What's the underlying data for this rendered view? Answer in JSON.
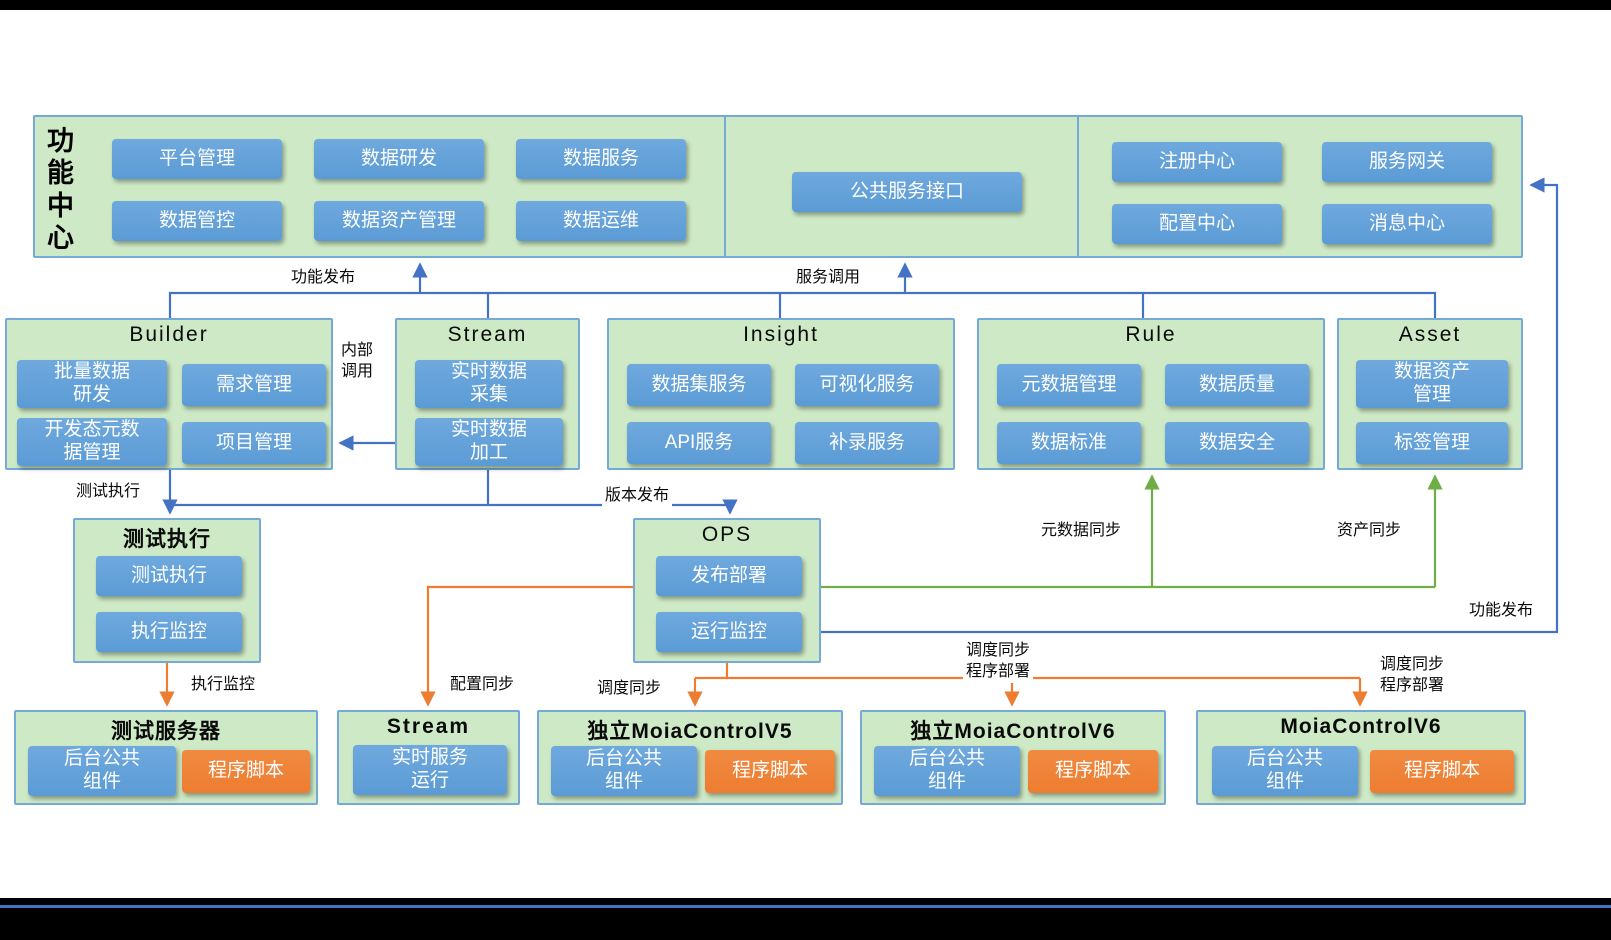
{
  "function_center": {
    "title": "功能中心",
    "left_buttons": [
      "平台管理",
      "数据研发",
      "数据服务",
      "数据管控",
      "数据资产管理",
      "数据运维"
    ],
    "center_button": "公共服务接口",
    "right_buttons": [
      "注册中心",
      "服务网关",
      "配置中心",
      "消息中心"
    ]
  },
  "modules": {
    "builder": {
      "title": "Builder",
      "buttons": [
        "批量数据\n研发",
        "需求管理",
        "开发态元数\n据管理",
        "项目管理"
      ]
    },
    "stream": {
      "title": "Stream",
      "buttons": [
        "实时数据\n采集",
        "实时数据\n加工"
      ]
    },
    "insight": {
      "title": "Insight",
      "buttons": [
        "数据集服务",
        "可视化服务",
        "API服务",
        "补录服务"
      ]
    },
    "rule": {
      "title": "Rule",
      "buttons": [
        "元数据管理",
        "数据质量",
        "数据标准",
        "数据安全"
      ]
    },
    "asset": {
      "title": "Asset",
      "buttons": [
        "数据资产\n管理",
        "标签管理"
      ]
    }
  },
  "test_exec": {
    "title": "测试执行",
    "buttons": [
      "测试执行",
      "执行监控"
    ]
  },
  "ops": {
    "title": "OPS",
    "buttons": [
      "发布部署",
      "运行监控"
    ]
  },
  "servers": {
    "test_server": {
      "title": "测试服务器",
      "component": "后台公共\n组件",
      "script": "程序脚本"
    },
    "stream": {
      "title": "Stream",
      "component": "实时服务\n运行"
    },
    "v5": {
      "title": "独立MoiaControlV5",
      "component": "后台公共\n组件",
      "script": "程序脚本"
    },
    "v6": {
      "title": "独立MoiaControlV6",
      "component": "后台公共\n组件",
      "script": "程序脚本"
    },
    "moia_v6": {
      "title": "MoiaControlV6",
      "component": "后台公共\n组件",
      "script": "程序脚本"
    }
  },
  "edge_labels": {
    "function_publish_top": "功能发布",
    "service_call": "服务调用",
    "internal_call": "内部\n调用",
    "test_exec": "测试执行",
    "version_publish": "版本发布",
    "metadata_sync": "元数据同步",
    "asset_sync": "资产同步",
    "exec_monitor": "执行监控",
    "config_sync": "配置同步",
    "schedule_sync": "调度同步",
    "schedule_sync_deploy_mid": "调度同步\n程序部署",
    "schedule_sync_deploy_right": "调度同步\n程序部署",
    "function_publish_right": "功能发布"
  },
  "colors": {
    "panel_green": "#cde9c5",
    "panel_border": "#74a9d8",
    "button_blue": "#5b9bd5",
    "button_orange": "#ed7d31",
    "arrow_blue": "#4472c4",
    "arrow_green": "#70ad47",
    "arrow_orange": "#ed7d31"
  }
}
